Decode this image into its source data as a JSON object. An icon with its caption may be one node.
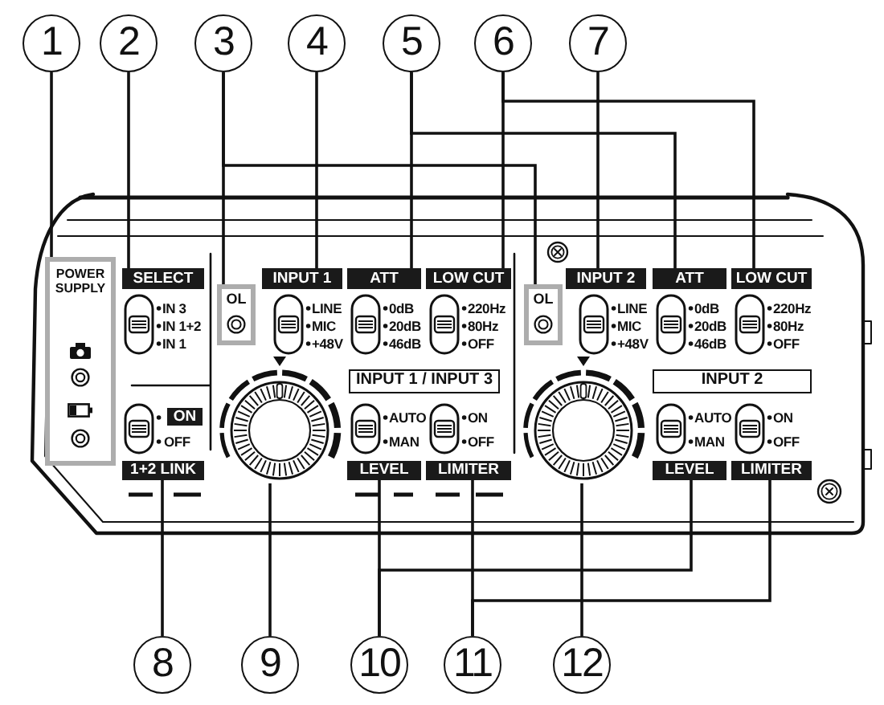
{
  "diagram": {
    "nodes": [
      {
        "text": [
          "1"
        ]
      },
      {
        "text": [
          "2"
        ]
      },
      {
        "text": [
          "3"
        ]
      },
      {
        "text": [
          "4"
        ]
      },
      {
        "text": [
          "5"
        ]
      },
      {
        "text": [
          "6"
        ]
      },
      {
        "text": [
          "7"
        ]
      },
      {
        "text": [
          "POWER SUPPLY"
        ]
      },
      {
        "text": [
          "SELECT"
        ]
      },
      {
        "text": [
          "OL"
        ]
      },
      {
        "text": [
          "INPUT 1"
        ]
      },
      {
        "text": [
          "ATT"
        ]
      },
      {
        "text": [
          "LOW CUT"
        ]
      },
      {
        "text": [
          "OL"
        ]
      },
      {
        "text": [
          "INPUT 2"
        ]
      },
      {
        "text": [
          "ATT"
        ]
      },
      {
        "text": [
          "LOW CUT"
        ]
      },
      {
        "text": [
          "INPUT 1 / INPUT 3"
        ]
      },
      {
        "text": [
          "INPUT 2"
        ]
      },
      {
        "text": [
          "ON"
        ]
      },
      {
        "text": [],
        "shape": "circle"
      },
      {
        "text": [],
        "shape": "circle"
      },
      {
        "text": [
          "1+2 LINK"
        ]
      },
      {
        "text": [
          "LEVEL"
        ]
      },
      {
        "text": [
          "LIMITER"
        ]
      },
      {
        "text": [
          "LEVEL"
        ]
      },
      {
        "text": [
          "LIMITER"
        ]
      },
      {
        "text": [
          "8"
        ]
      },
      {
        "text": [
          "9"
        ]
      },
      {
        "text": [
          "10"
        ]
      },
      {
        "text": [
          "11"
        ]
      },
      {
        "text": [
          "12"
        ]
      }
    ],
    "edges": [
      {
        "from": 0,
        "to": 7,
        "arrow": "none"
      },
      {
        "from": 1,
        "to": 8,
        "arrow": "none"
      },
      {
        "from": 2,
        "to": 9,
        "arrow": "none"
      },
      {
        "from": 2,
        "to": 13,
        "arrow": "none"
      },
      {
        "from": 3,
        "to": 10,
        "arrow": "none"
      },
      {
        "from": 4,
        "to": 11,
        "arrow": "none"
      },
      {
        "from": 4,
        "to": 15,
        "arrow": "none"
      },
      {
        "from": 5,
        "to": 12,
        "arrow": "none"
      },
      {
        "from": 5,
        "to": 16,
        "arrow": "none"
      },
      {
        "from": 6,
        "to": 14,
        "arrow": "none"
      },
      {
        "from": 27,
        "to": 22,
        "arrow": "none"
      },
      {
        "from": 28,
        "to": 20,
        "arrow": "none"
      },
      {
        "from": 29,
        "to": 23,
        "arrow": "none"
      },
      {
        "from": 29,
        "to": 25,
        "arrow": "none"
      },
      {
        "from": 30,
        "to": 24,
        "arrow": "none"
      },
      {
        "from": 30,
        "to": 26,
        "arrow": "none"
      },
      {
        "from": 31,
        "to": 21,
        "arrow": "none"
      }
    ],
    "labels": [
      "IN 3",
      "IN 1+2",
      "IN 1",
      "LINE",
      "MIC",
      "+48V",
      "0dB",
      "20dB",
      "46dB",
      "220Hz",
      "80Hz",
      "OFF",
      "LINE",
      "MIC",
      "+48V",
      "0dB",
      "20dB",
      "46dB",
      "220Hz",
      "80Hz",
      "OFF",
      "OFF",
      "AUTO",
      "MAN",
      "ON",
      "OFF",
      "AUTO",
      "MAN",
      "ON",
      "OFF"
    ]
  }
}
